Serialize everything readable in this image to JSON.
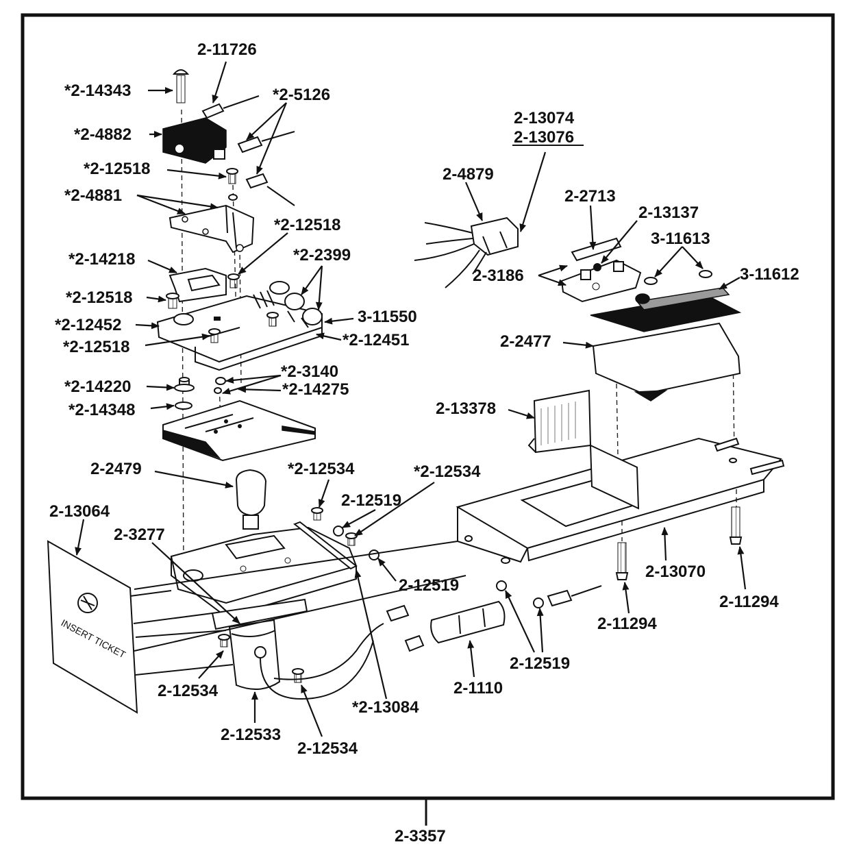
{
  "labels": {
    "l_2_11726": "2-11726",
    "l_2_14343": "*2-14343",
    "l_2_5126": "*2-5126",
    "l_2_4882": "*2-4882",
    "l_2_12518_a": "*2-12518",
    "l_2_4881": "*2-4881",
    "l_2_12518_b": "*2-12518",
    "l_2_2399": "*2-2399",
    "l_2_14218": "*2-14218",
    "l_2_12518_c": "*2-12518",
    "l_3_11550": "3-11550",
    "l_2_12452": "*2-12452",
    "l_2_12451": "*2-12451",
    "l_2_12518_d": "*2-12518",
    "l_2_3140": "*2-3140",
    "l_2_14220": "*2-14220",
    "l_2_14275": "*2-14275",
    "l_2_14348": "*2-14348",
    "l_2_2479": "2-2479",
    "l_2_12534_a": "*2-12534",
    "l_2_12534_b": "*2-12534",
    "l_2_12519_a": "2-12519",
    "l_2_13064": "2-13064",
    "l_2_3277": "2-3277",
    "l_2_12519_b": "2-12519",
    "l_2_13070": "2-13070",
    "l_2_11294_a": "2-11294",
    "l_2_11294_b": "2-11294",
    "l_2_12519_c": "2-12519",
    "l_2_1110": "2-1110",
    "l_2_13084": "*2-13084",
    "l_2_12534_c": "2-12534",
    "l_2_12533": "2-12533",
    "l_2_12534_d": "2-12534",
    "l_2_13074": "2-13074",
    "l_2_13076": "2-13076",
    "l_2_4879": "2-4879",
    "l_2_2713": "2-2713",
    "l_2_13137": "2-13137",
    "l_3_11613": "3-11613",
    "l_3_11612": "3-11612",
    "l_2_3186": "2-3186",
    "l_2_2477": "2-2477",
    "l_2_13378": "2-13378",
    "l_2_3357": "2-3357"
  },
  "front_panel_text": "INSERT TICKET"
}
